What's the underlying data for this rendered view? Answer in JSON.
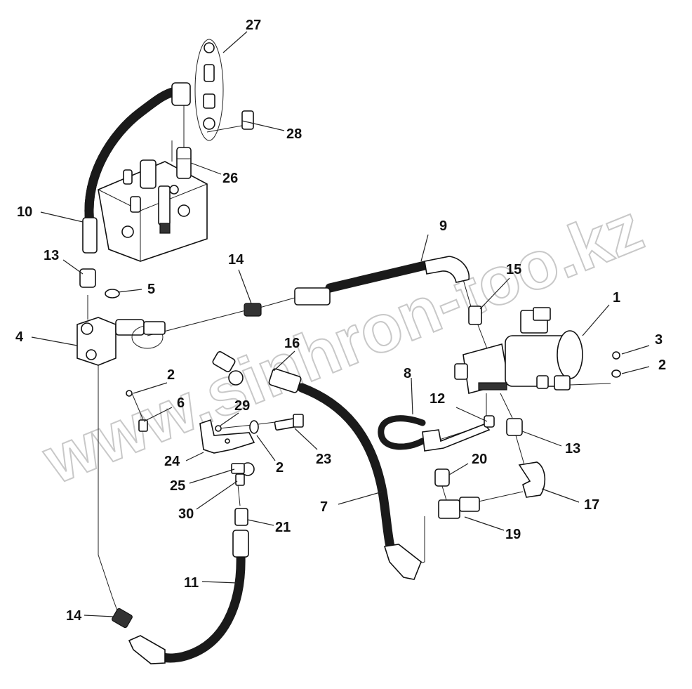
{
  "watermark": "www.sinhron-too.kz",
  "callouts": {
    "c1": "1",
    "c2a": "2",
    "c2b": "2",
    "c2c": "2",
    "c3": "3",
    "c4": "4",
    "c5": "5",
    "c6": "6",
    "c7": "7",
    "c8": "8",
    "c9": "9",
    "c10": "10",
    "c11": "11",
    "c12": "12",
    "c13a": "13",
    "c13b": "13",
    "c14a": "14",
    "c14b": "14",
    "c15": "15",
    "c16": "16",
    "c17": "17",
    "c19": "19",
    "c20": "20",
    "c21": "21",
    "c23": "23",
    "c24": "24",
    "c25": "25",
    "c26": "26",
    "c27": "27",
    "c28": "28",
    "c29": "29",
    "c30": "30"
  }
}
